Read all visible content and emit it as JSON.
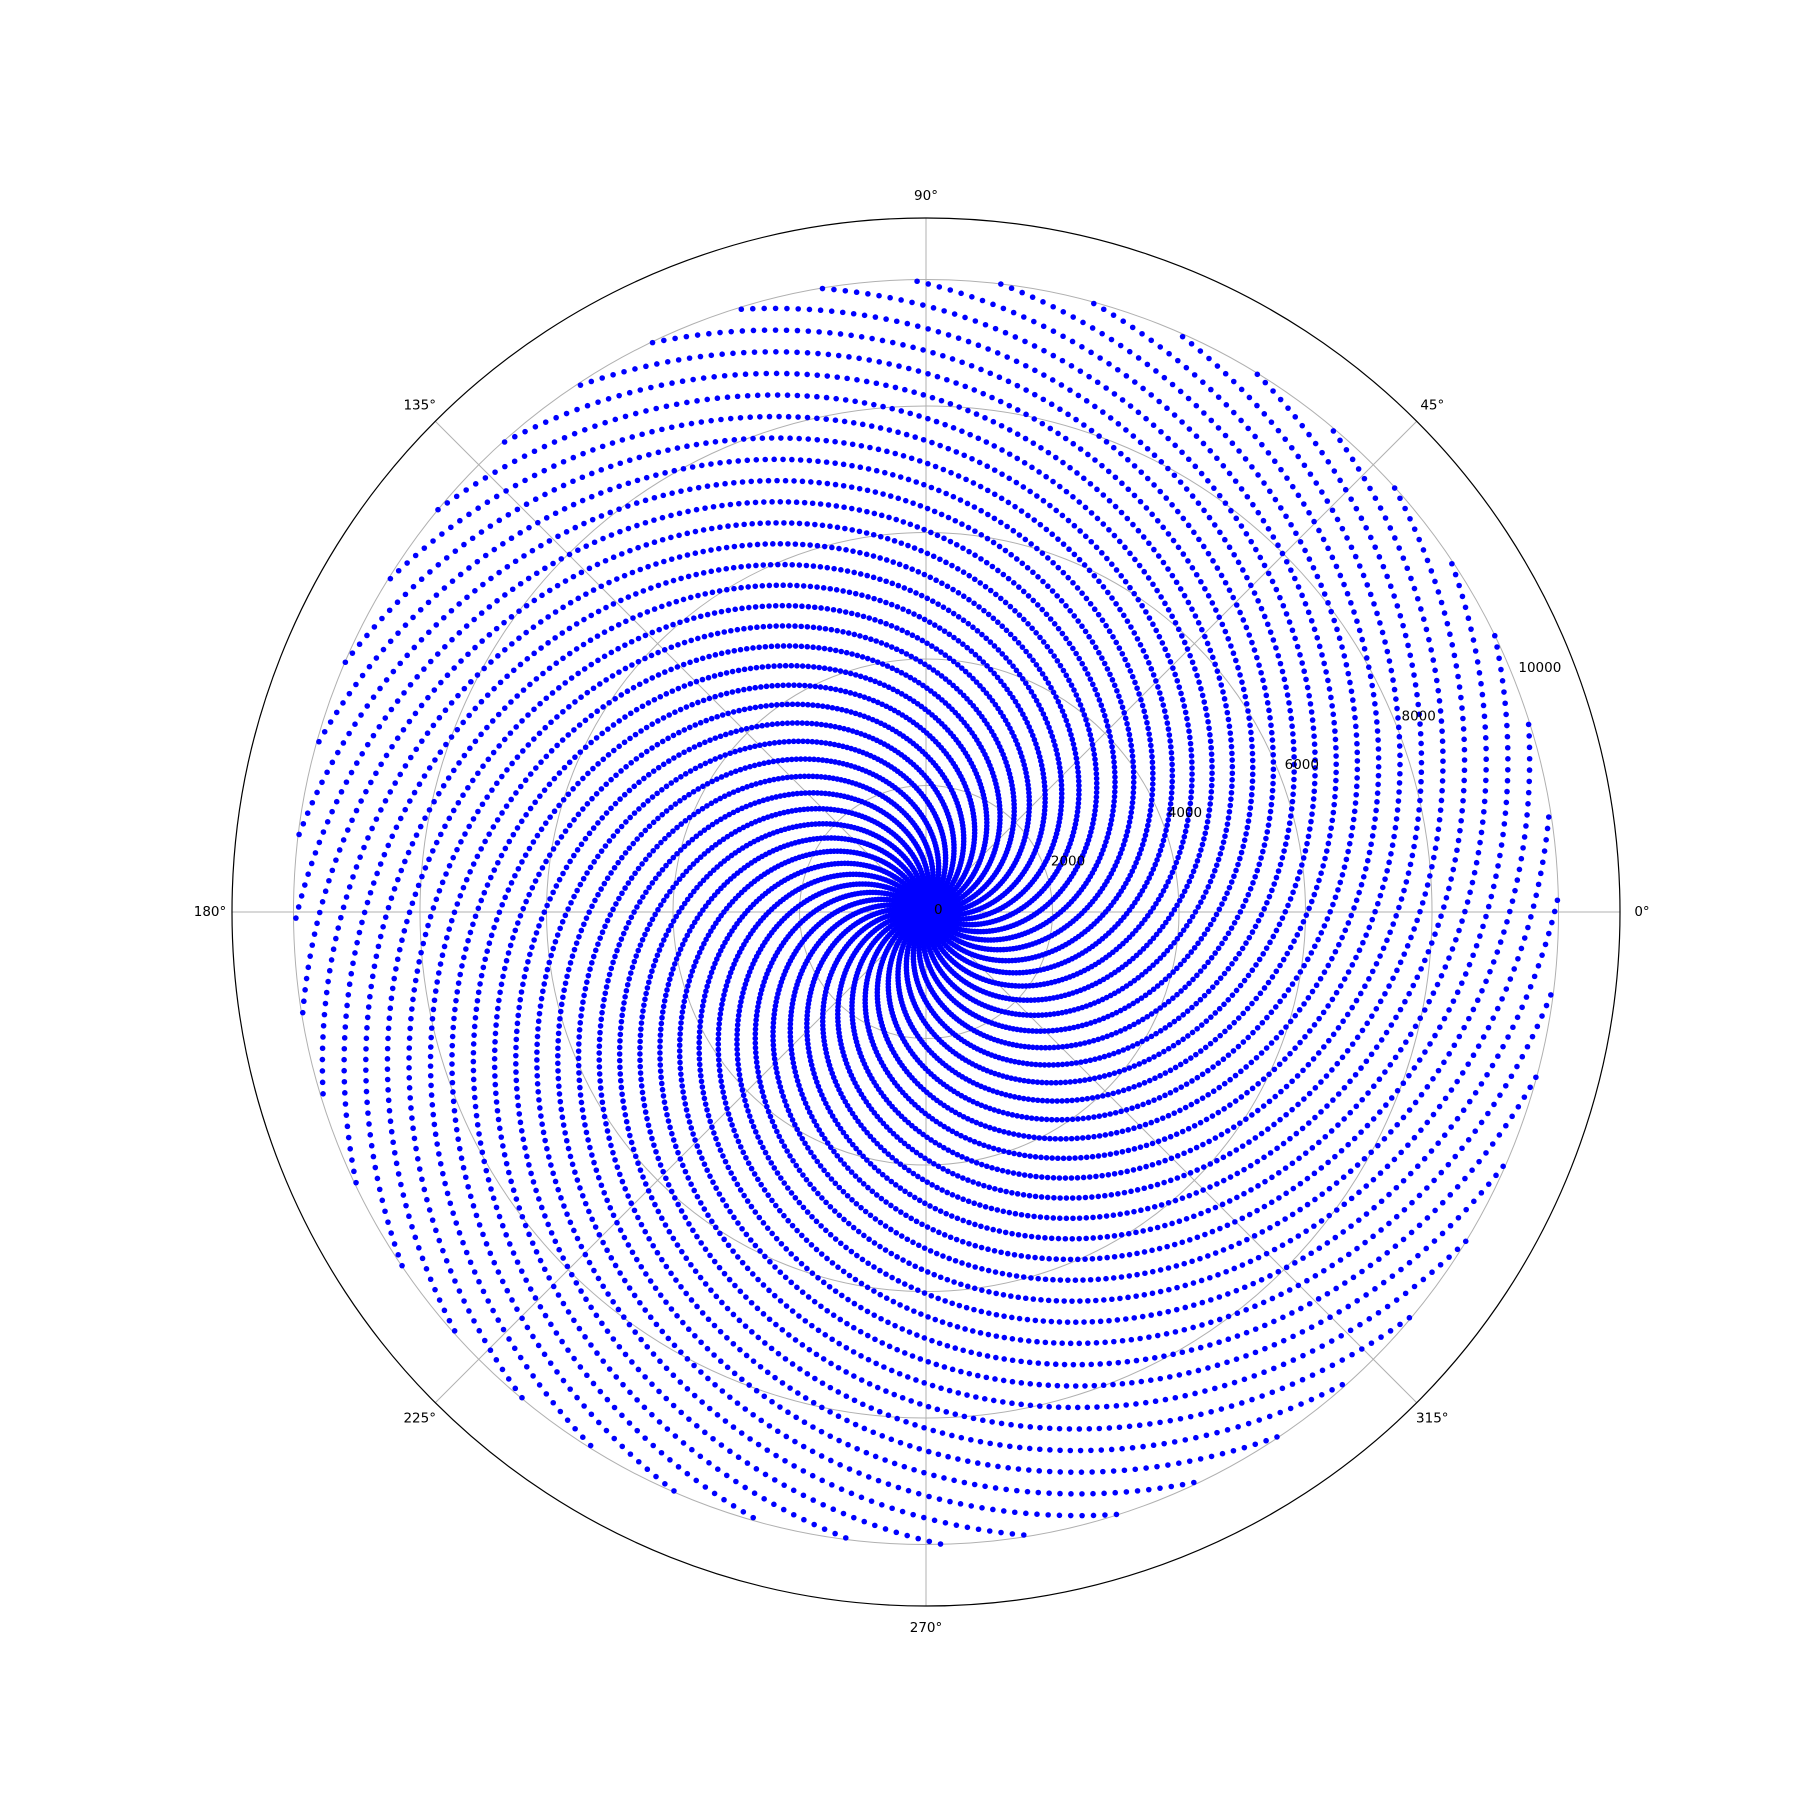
{
  "chart_data": {
    "type": "scatter",
    "projection": "polar",
    "title": "",
    "theta_tick_labels": [
      "0°",
      "45°",
      "90°",
      "135°",
      "180°",
      "225°",
      "270°",
      "315°"
    ],
    "theta_ticks_deg": [
      0,
      45,
      90,
      135,
      180,
      225,
      270,
      315
    ],
    "r_tick_labels": [
      "0",
      "2000",
      "4000",
      "6000",
      "8000",
      "10000"
    ],
    "r_ticks": [
      0,
      2000,
      4000,
      6000,
      8000,
      10000
    ],
    "r_label_position_deg": 22.5,
    "rlim": [
      0,
      10972
    ],
    "grid": true,
    "legend": "none",
    "marker_color": "#0000ff",
    "grid_color": "#b0b0b0",
    "series": [
      {
        "name": "",
        "generator": "phyllotaxis",
        "point_count": 10000,
        "r": "n",
        "theta_rad": "n"
      }
    ]
  }
}
